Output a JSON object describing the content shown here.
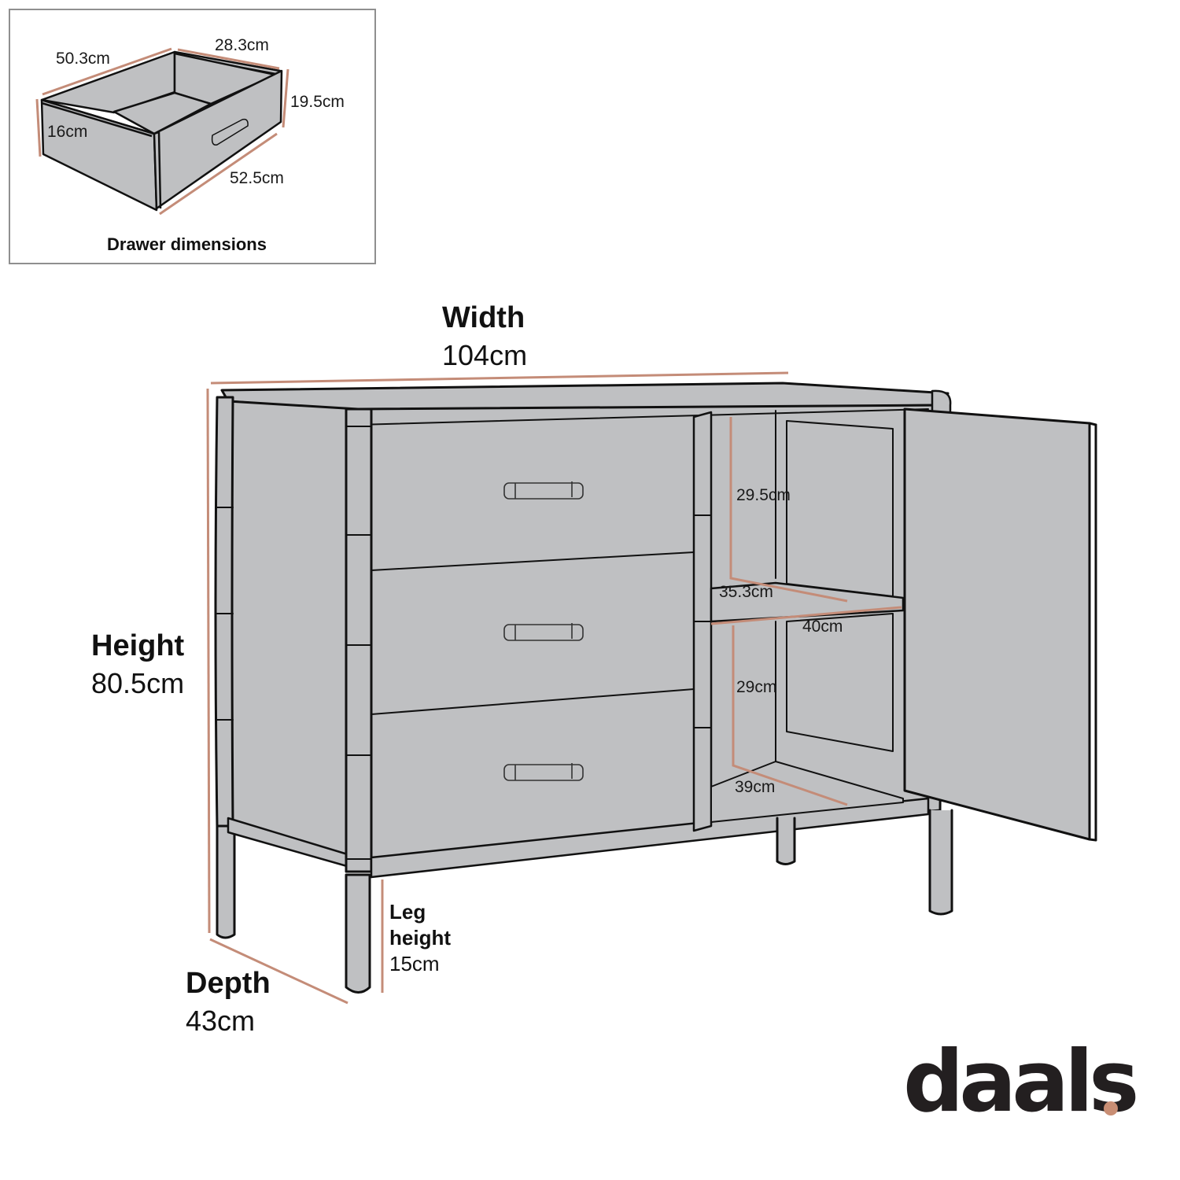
{
  "colors": {
    "dimension_line": "#c48c78",
    "furniture_fill": "#bfc0c2",
    "outline": "#111111",
    "brand_dot": "#c98e74",
    "inset_border": "#8f8f8f"
  },
  "drawer_inset": {
    "caption": "Drawer dimensions",
    "dimensions": {
      "back_length": "50.3cm",
      "side_width": "28.3cm",
      "front_height": "19.5cm",
      "side_height": "16cm",
      "front_length": "52.5cm"
    }
  },
  "main_dimensions": {
    "width": {
      "title": "Width",
      "value": "104cm"
    },
    "height": {
      "title": "Height",
      "value": "80.5cm"
    },
    "depth": {
      "title": "Depth",
      "value": "43cm"
    },
    "leg_height": {
      "title_line1": "Leg",
      "title_line2": "height",
      "value": "15cm"
    }
  },
  "cabinet_interior": {
    "upper_compartment_height": "29.5cm",
    "shelf_depth": "35.3cm",
    "shelf_width": "40cm",
    "lower_compartment_height": "29cm",
    "base_depth": "39cm"
  },
  "brand": {
    "name": "daals"
  }
}
